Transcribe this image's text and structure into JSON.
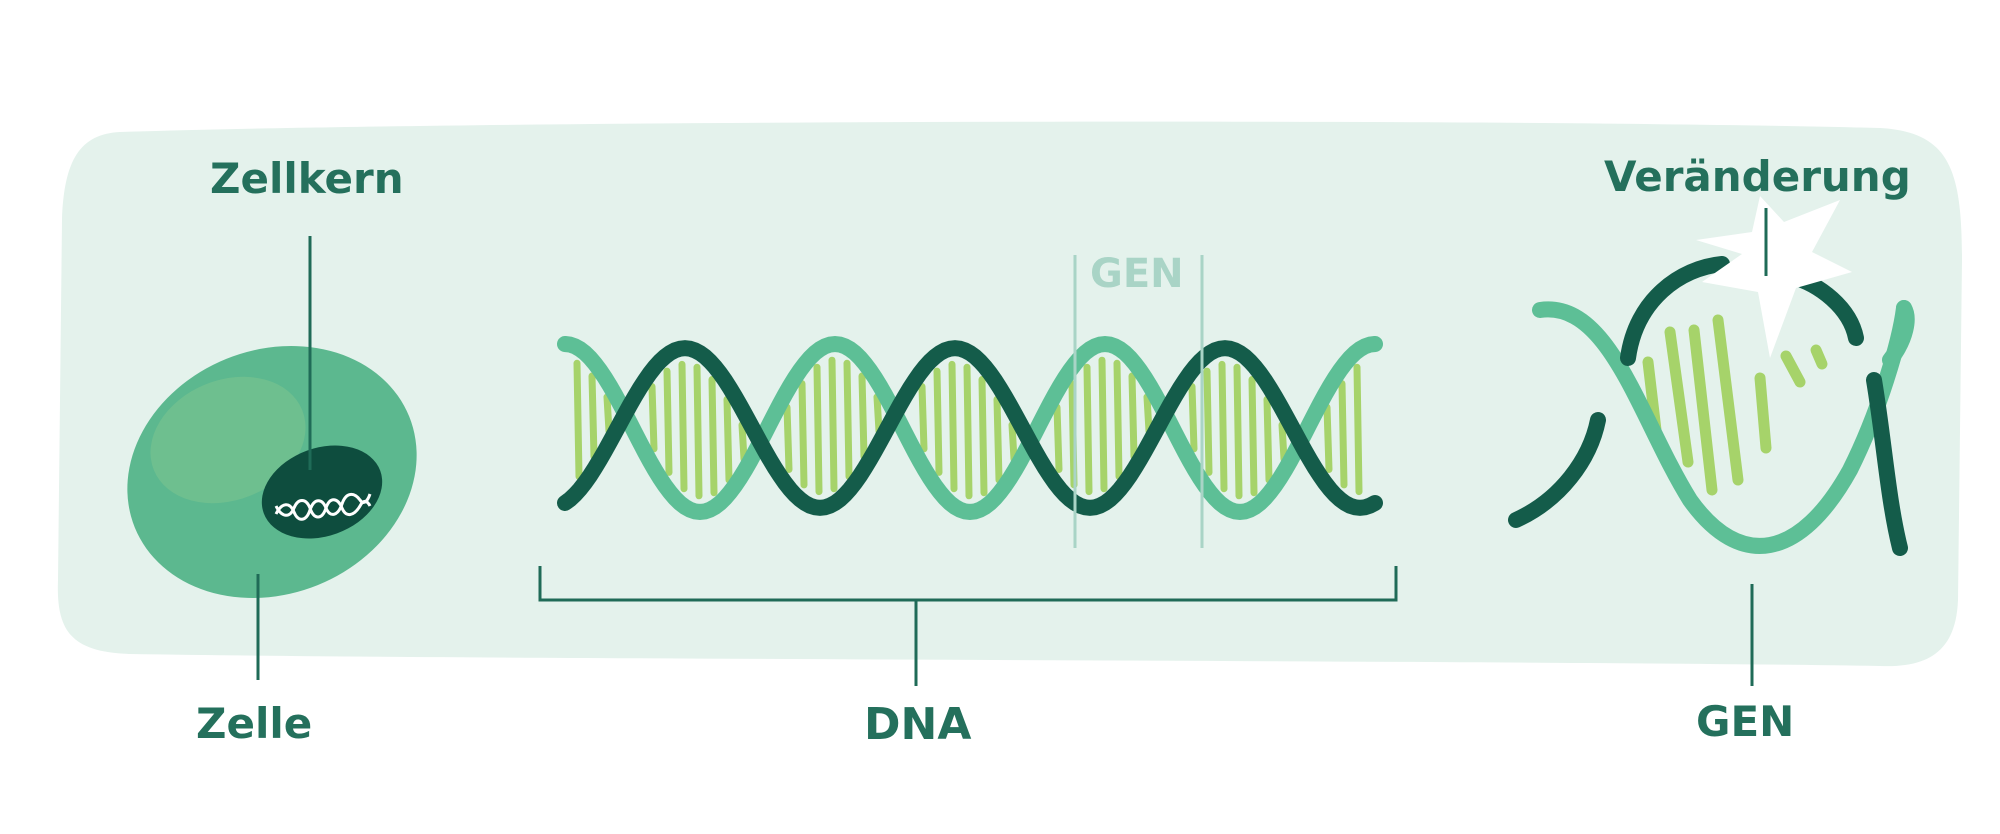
{
  "labels": {
    "nucleus": "Zellkern",
    "cell": "Zelle",
    "dna": "DNA",
    "gene_segment": "GEN",
    "mutation": "Veränderung",
    "gene": "GEN"
  },
  "colors": {
    "background_panel": "#e4f2ec",
    "label_text": "#24705c",
    "gene_segment_label": "#a9d4c6",
    "cell": "#5cb88f",
    "nucleus": "#0e4d3e",
    "strand_light": "#5dbf96",
    "strand_dark": "#145c4a",
    "base_pairs": "#a6d36a",
    "connector_lines": "#1f6b57"
  },
  "icons": {
    "cell": "cell-icon",
    "nucleus": "nucleus-icon",
    "dna_helix": "dna-helix-icon",
    "gene": "gene-helix-icon",
    "mutation": "star-burst-icon"
  }
}
